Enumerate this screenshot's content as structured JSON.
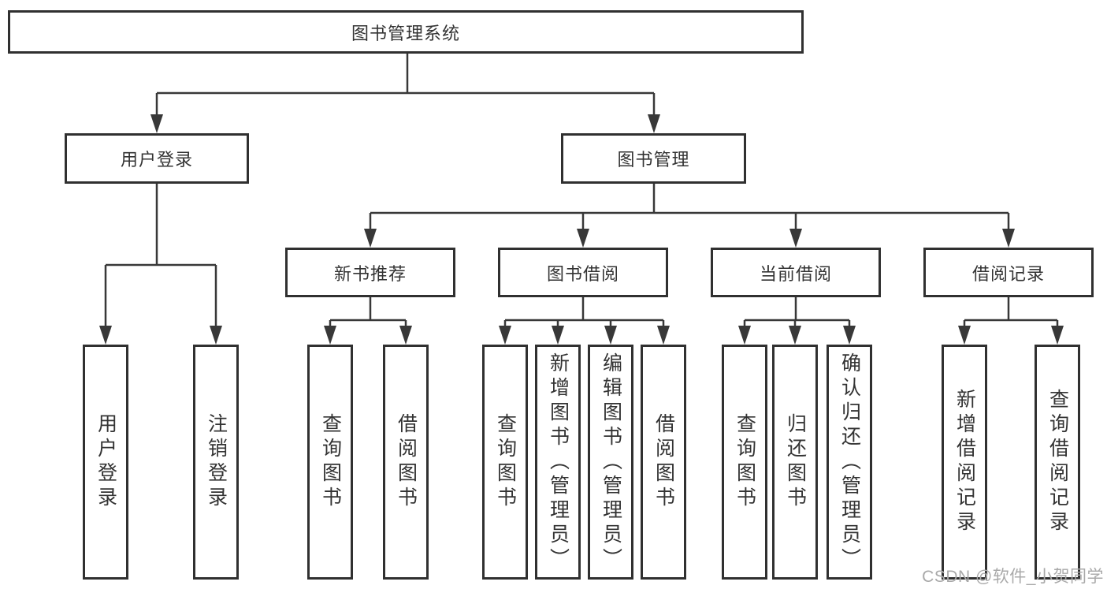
{
  "diagram": {
    "type": "tree",
    "root": {
      "label": "图书管理系统",
      "children": [
        {
          "label": "用户登录",
          "children": [
            {
              "label": "用户登录"
            },
            {
              "label": "注销登录"
            }
          ]
        },
        {
          "label": "图书管理",
          "children": [
            {
              "label": "新书推荐",
              "children": [
                {
                  "label": "查询图书"
                },
                {
                  "label": "借阅图书"
                }
              ]
            },
            {
              "label": "图书借阅",
              "children": [
                {
                  "label": "查询图书"
                },
                {
                  "label": "新增图书（管理员）"
                },
                {
                  "label": "编辑图书（管理员）"
                },
                {
                  "label": "借阅图书"
                }
              ]
            },
            {
              "label": "当前借阅",
              "children": [
                {
                  "label": "查询图书"
                },
                {
                  "label": "归还图书"
                },
                {
                  "label": "确认归还（管理员）"
                }
              ]
            },
            {
              "label": "借阅记录",
              "children": [
                {
                  "label": "新增借阅记录"
                },
                {
                  "label": "查询借阅记录"
                }
              ]
            }
          ]
        }
      ]
    },
    "watermark": "CSDN @软件_小贺同学",
    "colors": {
      "line": "#383838",
      "box_border": "#303030",
      "text": "#333333",
      "watermark": "#a9a9a9",
      "background": "#ffffff"
    }
  }
}
